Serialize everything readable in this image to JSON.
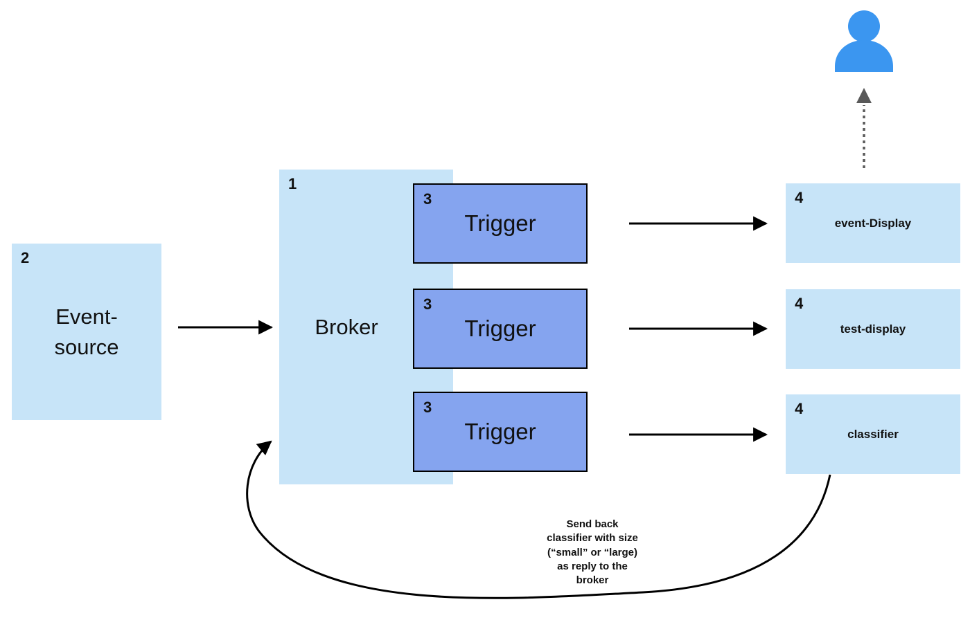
{
  "colors": {
    "light_blue": "#c7e4f8",
    "trigger_blue": "#85a4ef",
    "user_blue": "#3b96f0",
    "arrow_black": "#000000",
    "dotted_gray": "#595959",
    "text_black": "#111111"
  },
  "nodes": {
    "event_source": {
      "number": "2",
      "label": "Event-\nsource"
    },
    "broker": {
      "number": "1",
      "label": "Broker"
    },
    "triggers": [
      {
        "number": "3",
        "label": "Trigger"
      },
      {
        "number": "3",
        "label": "Trigger"
      },
      {
        "number": "3",
        "label": "Trigger"
      }
    ],
    "sinks": [
      {
        "number": "4",
        "label": "event-Display"
      },
      {
        "number": "4",
        "label": "test-display"
      },
      {
        "number": "4",
        "label": "classifier"
      }
    ]
  },
  "edges": {
    "source_to_broker": {
      "from": "Event-source",
      "to": "Broker",
      "style": "solid"
    },
    "trigger1_to_event_display": {
      "from": "Trigger",
      "to": "event-Display",
      "style": "solid"
    },
    "trigger2_to_test_display": {
      "from": "Trigger",
      "to": "test-display",
      "style": "solid"
    },
    "trigger3_to_classifier": {
      "from": "Trigger",
      "to": "classifier",
      "style": "solid"
    },
    "event_display_to_user": {
      "from": "event-Display",
      "to": "user",
      "style": "dotted"
    },
    "classifier_reply_to_broker": {
      "from": "classifier",
      "to": "Broker",
      "style": "curved",
      "label": "Send back\nclassifier with size\n(“small” or “large)\nas reply to the\nbroker"
    }
  },
  "icons": {
    "user": "person silhouette"
  }
}
